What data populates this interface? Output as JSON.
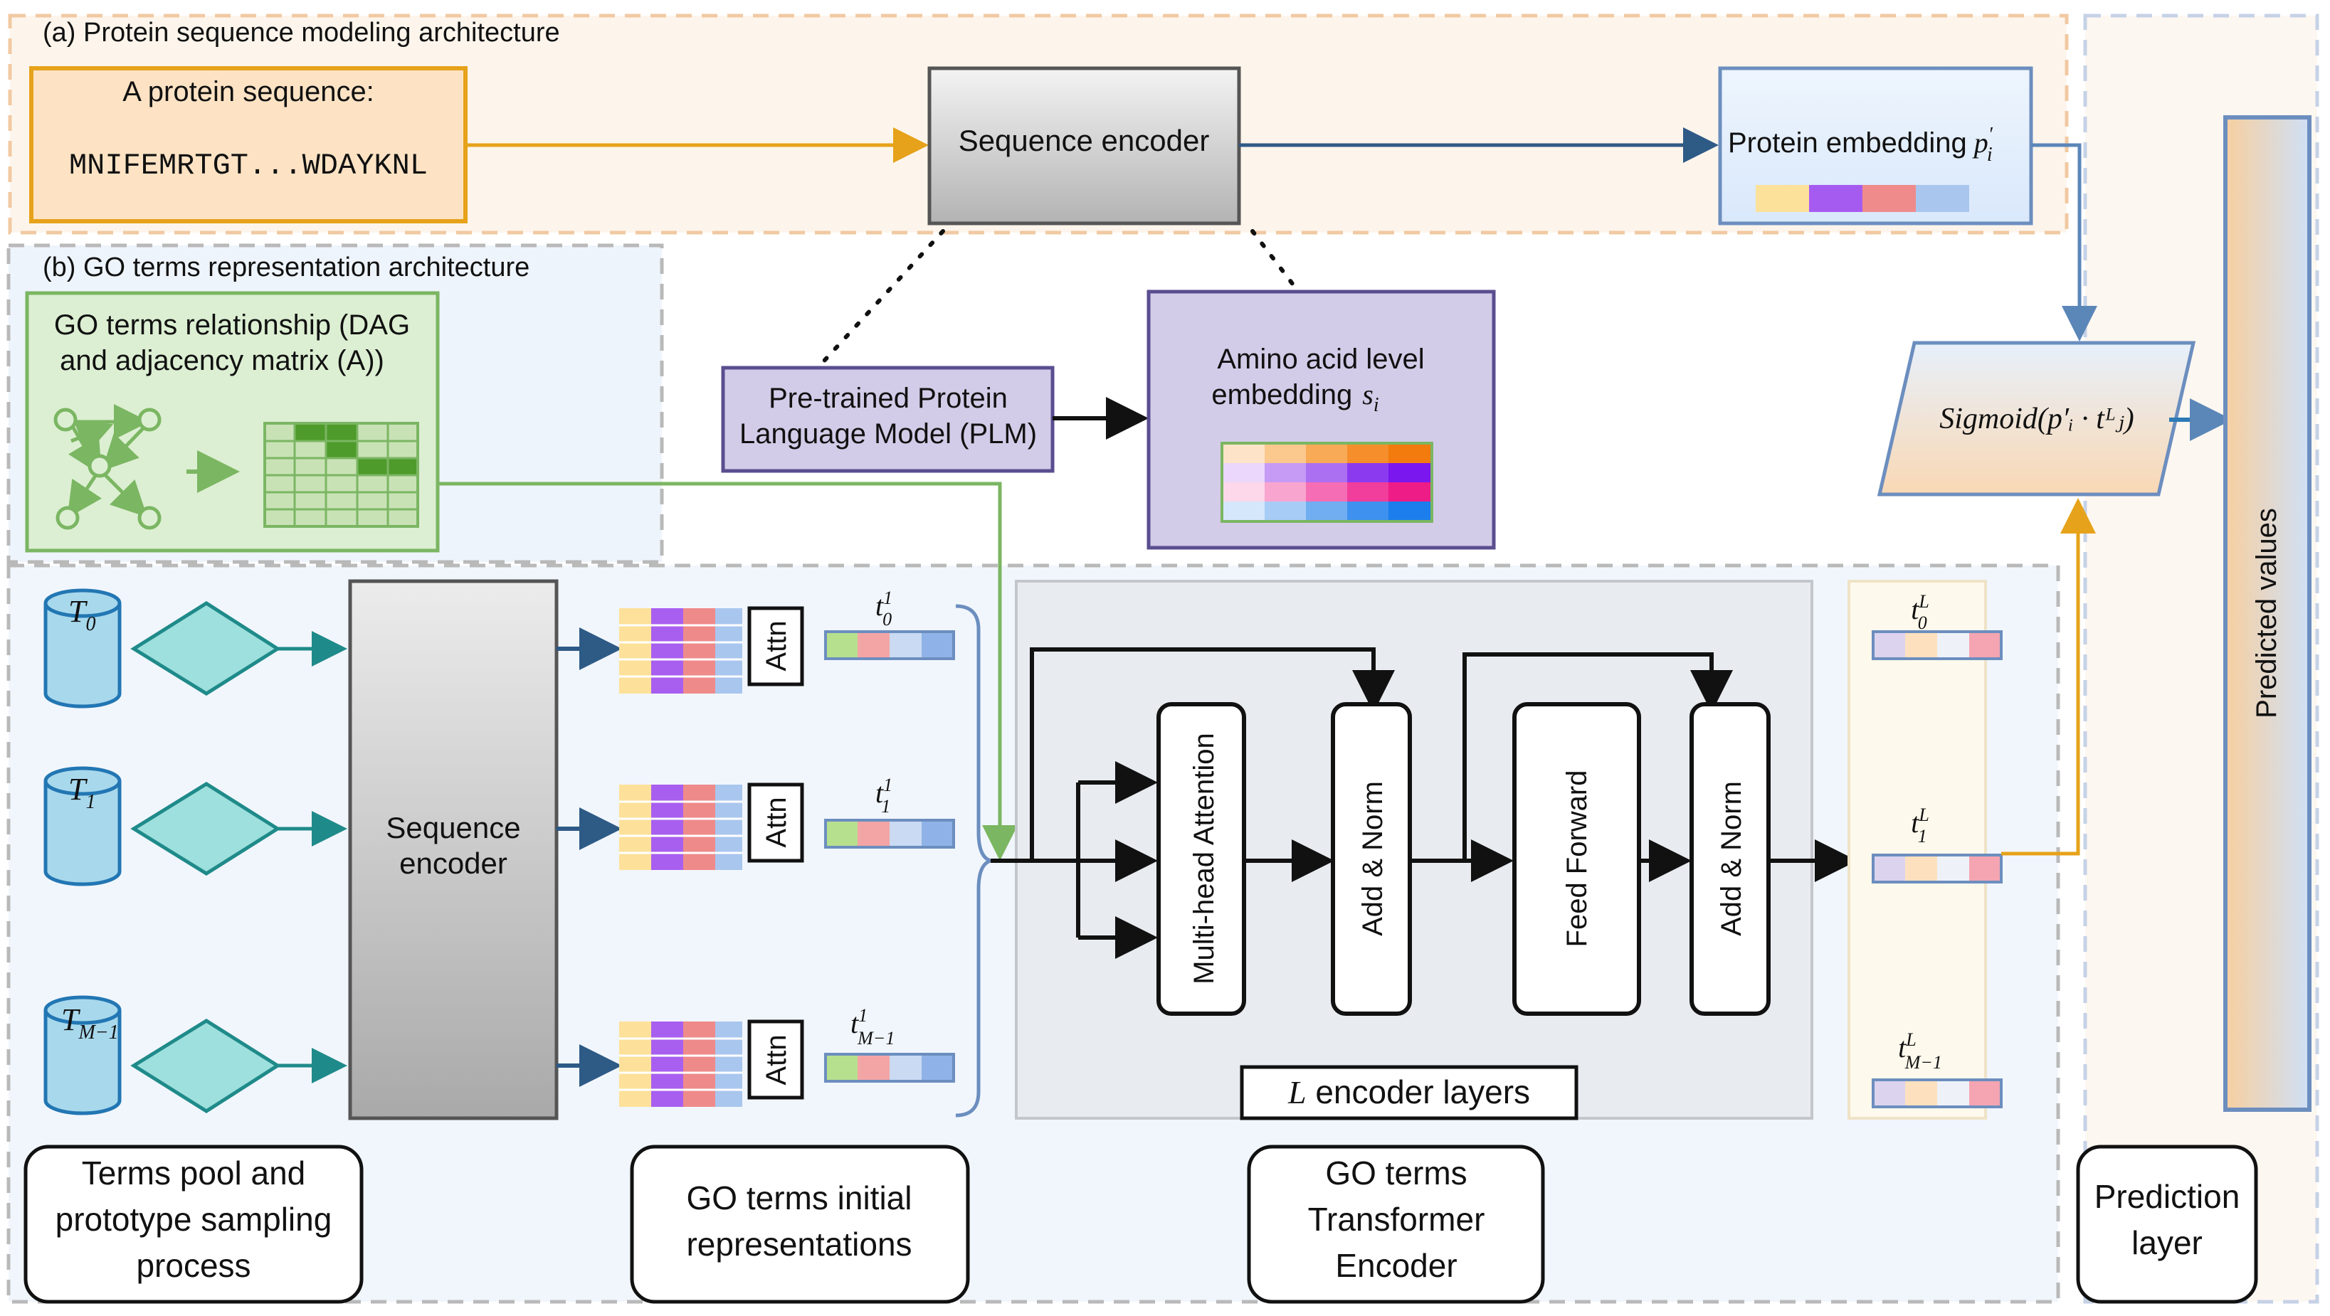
{
  "sections": {
    "a_title": "(a) Protein sequence modeling architecture",
    "b_title": "(b) GO terms representation architecture"
  },
  "protein": {
    "title": "A protein sequence:",
    "sequence": "MNIFEMRTGT...WDAYKNL",
    "encoder": "Sequence encoder",
    "embedding_label": "Protein embedding",
    "embedding_sym": "p",
    "embedding_sub": "i",
    "embedding_sup": "′",
    "plm_line1": "Pre-trained Protein",
    "plm_line2": "Language Model (PLM)",
    "aa_line1": "Amino acid level",
    "aa_line2": "embedding",
    "aa_sym": "s",
    "aa_sub": "i"
  },
  "go_rel": {
    "line1": "GO terms relationship (DAG",
    "line2": "and adjacency matrix (A))"
  },
  "terms": [
    {
      "sym": "T",
      "sub": "0"
    },
    {
      "sym": "T",
      "sub": "1"
    },
    {
      "sym": "T",
      "sub": "M−1"
    }
  ],
  "seq_encoder2": {
    "line1": "Sequence",
    "line2": "encoder"
  },
  "attn_label": "Attn",
  "init_reps": [
    {
      "sym": "t",
      "sup": "1",
      "sub": "0"
    },
    {
      "sym": "t",
      "sup": "1",
      "sub": "1"
    },
    {
      "sym": "t",
      "sup": "1",
      "sub": "M−1"
    }
  ],
  "transformer": {
    "mha": "Multi-head Attention",
    "addnorm1": "Add & Norm",
    "ff": "Feed Forward",
    "addnorm2": "Add & Norm",
    "layers_sym": "L",
    "layers_text": " encoder layers"
  },
  "final_reps": [
    {
      "sym": "t",
      "sup": "L",
      "sub": "0"
    },
    {
      "sym": "t",
      "sup": "L",
      "sub": "1"
    },
    {
      "sym": "t",
      "sup": "L",
      "sub": "M−1"
    }
  ],
  "sigmoid": "Sigmoid(p′ᵢ · tᴸⱼ)",
  "predicted": "Predicted values",
  "bottom_labels": [
    {
      "lines": [
        "Terms pool and",
        "prototype sampling",
        "process"
      ]
    },
    {
      "lines": [
        "GO terms initial",
        "representations"
      ]
    },
    {
      "lines": [
        "GO terms",
        "Transformer",
        "Encoder"
      ]
    },
    {
      "lines": [
        "Prediction",
        "layer"
      ]
    }
  ],
  "colors": {
    "orange": "#e6a21a",
    "blue": "#2e5a86",
    "teal": "#1f8a8a",
    "green": "#7bb662",
    "accent_blue": "#6c8ebf"
  }
}
